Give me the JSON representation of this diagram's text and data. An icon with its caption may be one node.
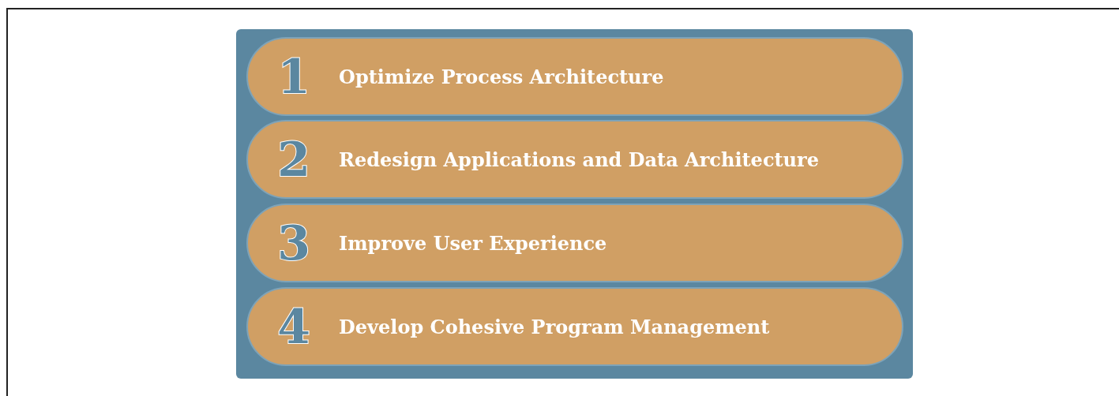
{
  "diagram": {
    "nodes": [
      {
        "text": [],
        "shape": "box"
      },
      {
        "text": [
          "1",
          "Optimize Process Architecture"
        ],
        "in": 0
      },
      {
        "text": [
          "2",
          "Redesign Applications and Data Architecture"
        ],
        "in": 0
      },
      {
        "text": [
          "3",
          "Improve User Experience"
        ],
        "in": 0
      },
      {
        "text": [
          "4",
          "Develop Cohesive Program Management"
        ],
        "in": 0
      }
    ]
  }
}
